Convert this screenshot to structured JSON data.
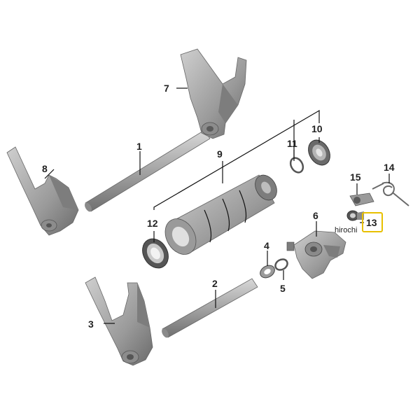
{
  "labels": {
    "p1": "1",
    "p2": "2",
    "p3": "3",
    "p4": "4",
    "p5": "5",
    "p6": "6",
    "p7": "7",
    "p8": "8",
    "p9": "9",
    "p10": "10",
    "p11": "11",
    "p12": "12",
    "p13": "13",
    "p14": "14",
    "p15": "15"
  },
  "highlight": {
    "part": "13",
    "color": "#e8c000"
  },
  "watermark": "hirochi",
  "colors": {
    "part_fill": "#a9a9a9",
    "part_shade": "#7d7d7d",
    "part_light": "#cfcfcf",
    "line": "#111111"
  }
}
